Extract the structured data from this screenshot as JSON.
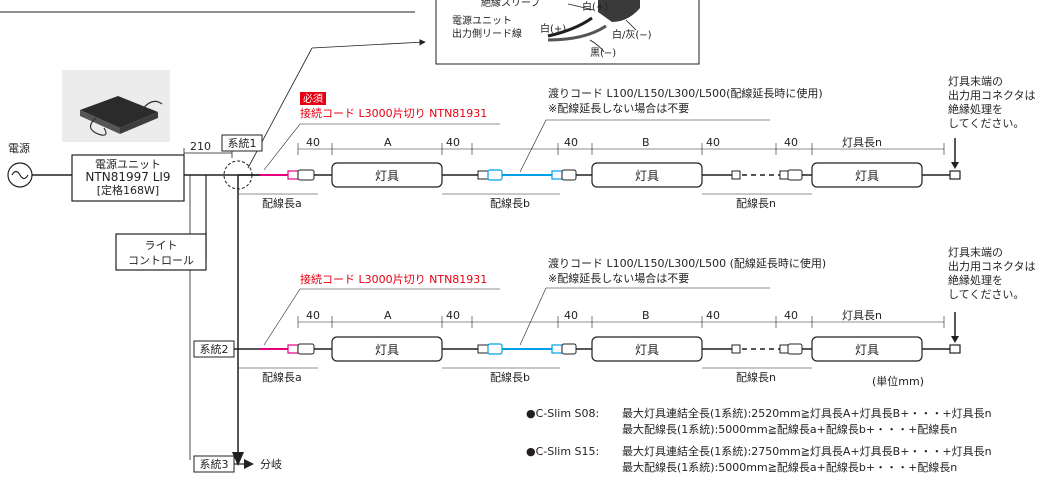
{
  "inset": {
    "sleeve_label": "絶縁スリーブ",
    "white_plus_top": "白(+)",
    "lead_label_1": "電源ユニット",
    "lead_label_2": "出力側リード線",
    "white_plus": "白(+)",
    "white_gray_minus": "白/灰(−)",
    "black_minus": "黒(−)"
  },
  "power": {
    "source_label": "電源",
    "unit_name": "電源ユニット",
    "unit_model": "NTN81997 LI9",
    "unit_price": "[定格168W]",
    "light_control_1": "ライト",
    "light_control_2": "コントロール",
    "dim_210": "210"
  },
  "system1": {
    "label": "系統1",
    "required_badge": "必須",
    "connect_cord": "接続コード L3000片切り NTN81931",
    "bridge_cord": "渡りコード L100/L150/L300/L500(配線延長時に使用)",
    "bridge_note": "※配線延長しない場合は不要",
    "dims": [
      "40",
      "A",
      "40",
      "40",
      "B",
      "40",
      "40",
      "灯具長n"
    ],
    "fixture": "灯具",
    "wire_a": "配線長a",
    "wire_b": "配線長b",
    "wire_n": "配線長n",
    "end_note": [
      "灯具末端の",
      "出力用コネクタは",
      "絶縁処理を",
      "してください。"
    ]
  },
  "system2": {
    "label": "系統2",
    "connect_cord": "接続コード L3000片切り NTN81931",
    "bridge_cord": "渡りコード L100/L150/L300/L500 (配線延長時に使用)",
    "bridge_note": "※配線延長しない場合は不要",
    "dims": [
      "40",
      "A",
      "40",
      "40",
      "B",
      "40",
      "40",
      "灯具長n"
    ],
    "fixture": "灯具",
    "wire_a": "配線長a",
    "wire_b": "配線長b",
    "wire_n": "配線長n",
    "unit_note": "(単位mm)",
    "end_note": [
      "灯具末端の",
      "出力用コネクタは",
      "絶縁処理を",
      "してください。"
    ]
  },
  "system3": {
    "label": "系統3",
    "branch": "分岐"
  },
  "notes": [
    {
      "head": "●C-Slim S08:",
      "line1": "最大灯具連結全長(1系統):2520mm≧灯具長A+灯具長B+・・・+灯具長n",
      "line2": "最大配線長(1系統):5000mm≧配線長a+配線長b+・・・+配線長n"
    },
    {
      "head": "●C-Slim S15:",
      "line1": "最大灯具連結全長(1系統):2750mm≧灯具長A+灯具長B+・・・+灯具長n",
      "line2": "最大配線長(1系統):5000mm≧配線長a+配線長b+・・・+配線長n"
    }
  ],
  "colors": {
    "connect_cord": "#e4007f",
    "bridge_cord": "#00a0e9",
    "required_badge": "#e60012",
    "line": "#231f20"
  }
}
